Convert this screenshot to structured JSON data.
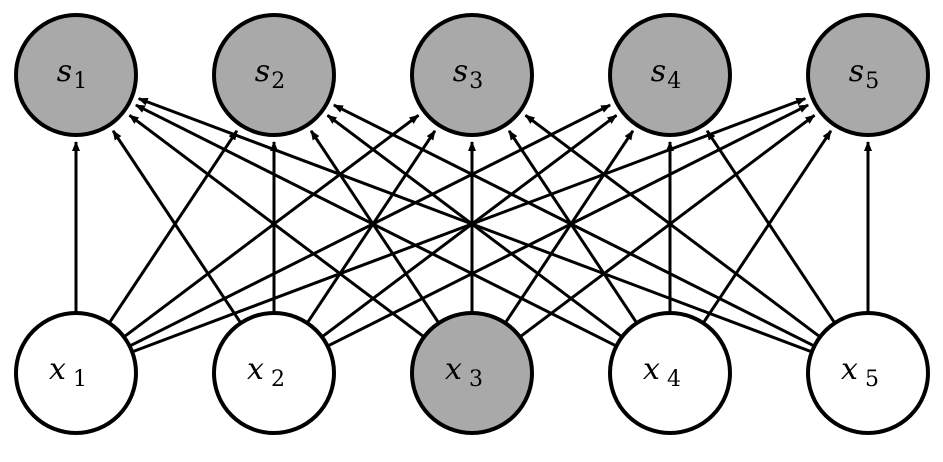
{
  "title": "Fully connected network: inputs x to outputs s",
  "colors": {
    "shaded_fill": "#a9a9a9",
    "plain_fill": "#ffffff",
    "stroke": "#000000",
    "edge": "#000000"
  },
  "output_layer": {
    "nodes": [
      {
        "id": "s1",
        "base": "s",
        "sub": "1",
        "shaded": true
      },
      {
        "id": "s2",
        "base": "s",
        "sub": "2",
        "shaded": true
      },
      {
        "id": "s3",
        "base": "s",
        "sub": "3",
        "shaded": true
      },
      {
        "id": "s4",
        "base": "s",
        "sub": "4",
        "shaded": true
      },
      {
        "id": "s5",
        "base": "s",
        "sub": "5",
        "shaded": true
      }
    ]
  },
  "input_layer": {
    "nodes": [
      {
        "id": "x1",
        "base": "x",
        "sub": "1",
        "shaded": false
      },
      {
        "id": "x2",
        "base": "x",
        "sub": "2",
        "shaded": false
      },
      {
        "id": "x3",
        "base": "x",
        "sub": "3",
        "shaded": true
      },
      {
        "id": "x4",
        "base": "x",
        "sub": "4",
        "shaded": false
      },
      {
        "id": "x5",
        "base": "x",
        "sub": "5",
        "shaded": false
      }
    ]
  },
  "connectivity": "all-to-all",
  "edge_direction": "input-to-output"
}
